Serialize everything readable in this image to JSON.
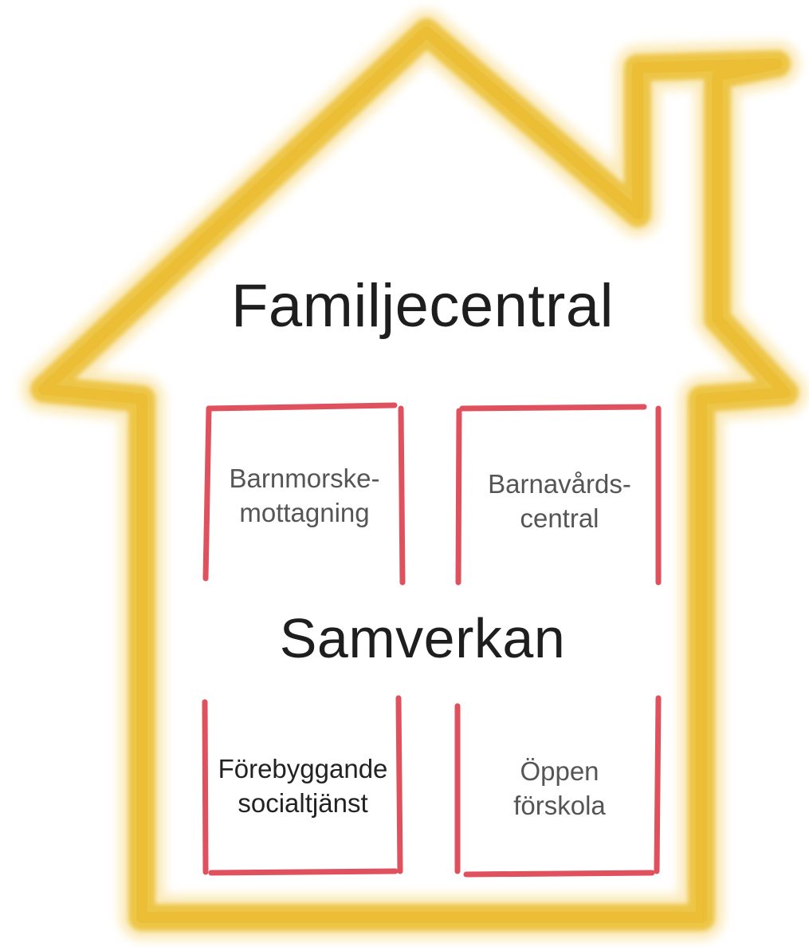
{
  "diagram": {
    "title": "Familjecentral",
    "center_label": "Samverkan",
    "rooms": [
      {
        "line1": "Barnmorske-",
        "line2": "mottagning"
      },
      {
        "line1": "Barnavårds-",
        "line2": "central"
      },
      {
        "line1": "Förebyggande",
        "line2": "socialtjänst"
      },
      {
        "line1": "Öppen",
        "line2": "förskola"
      }
    ]
  },
  "colors": {
    "house_outline": "#ecc13a",
    "room_outline": "#e0515e",
    "text_dark": "#1e1e1e",
    "text_gray": "#555555"
  }
}
